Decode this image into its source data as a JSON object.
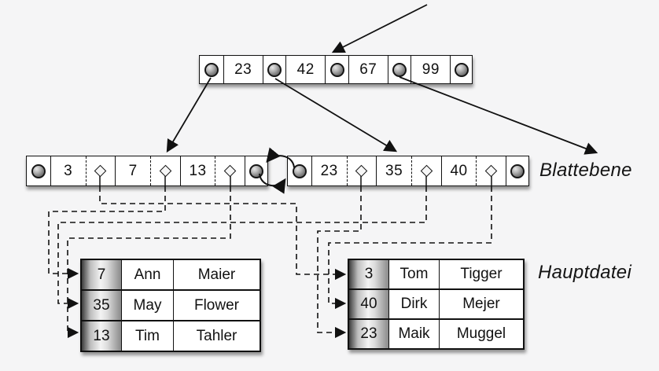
{
  "diagram": {
    "type": "bplus-tree",
    "labels": {
      "leaf_level": "Blattebene",
      "main_file": "Hauptdatei"
    },
    "root_node": {
      "keys": [
        "23",
        "42",
        "67",
        "99"
      ]
    },
    "leaves": {
      "left": {
        "keys": [
          "3",
          "7",
          "13"
        ]
      },
      "right": {
        "keys": [
          "23",
          "35",
          "40"
        ]
      }
    },
    "tables": {
      "left": {
        "rows": [
          [
            "7",
            "Ann",
            "Maier"
          ],
          [
            "35",
            "May",
            "Flower"
          ],
          [
            "13",
            "Tim",
            "Tahler"
          ]
        ]
      },
      "right": {
        "rows": [
          [
            "3",
            "Tom",
            "Tigger"
          ],
          [
            "40",
            "Dirk",
            "Mejer"
          ],
          [
            "23",
            "Maik",
            "Muggel"
          ]
        ]
      }
    },
    "icons": {
      "node_pointer": "pointer-circle-icon",
      "record_pointer": "diamond-icon",
      "sibling_link": "double-curved-arrow-icon"
    },
    "colors": {
      "background": "#f5f5f6",
      "line": "#111111",
      "node_fill": "#ffffff",
      "key_column_gradient_dark": "#3d3d3d",
      "key_column_gradient_light": "#f3f3f3"
    }
  }
}
